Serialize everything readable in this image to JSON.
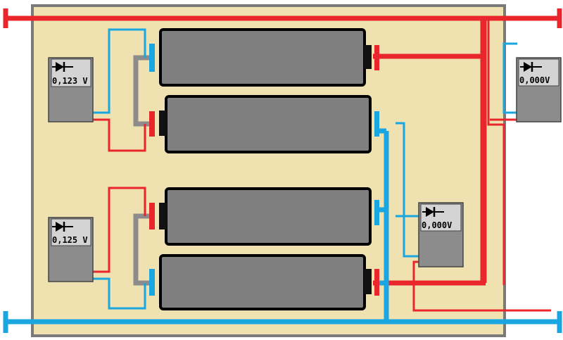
{
  "colors": {
    "board": "#efe2b0",
    "board_border": "#7a7a7a",
    "battery_body": "#7f7f7f",
    "battery_outline": "#000000",
    "positive_wire": "#e8262b",
    "negative_wire": "#1aa6e0",
    "bridge_wire": "#8c8c8c",
    "meter_body": "#8c8c8c",
    "meter_screen": "#d4d4d4",
    "meter_outline": "#444444"
  },
  "meters": [
    {
      "reading": "0,123 V",
      "icon": "diode-icon"
    },
    {
      "reading": "0,125 V",
      "icon": "diode-icon"
    },
    {
      "reading": "0,000V",
      "icon": "diode-icon"
    },
    {
      "reading": "0,000V",
      "icon": "diode-icon"
    }
  ]
}
